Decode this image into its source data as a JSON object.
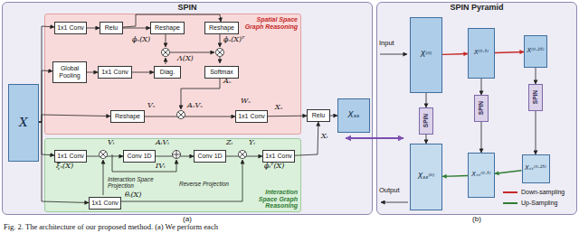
{
  "diagram": {
    "caption": "Fig. 2. The architecture of our proposed method. (a) We perform each",
    "nodes": [
      {
        "text": [
          "SPIN"
        ]
      },
      {
        "text": [
          "Spatial Space Graph Reasoning"
        ],
        "in": 0
      },
      {
        "text": [
          "1x1 Conv"
        ],
        "in": 1
      },
      {
        "text": [
          "Relu"
        ],
        "in": 1
      },
      {
        "text": [
          "Reshape"
        ],
        "in": 1
      },
      {
        "text": [
          "Reshape"
        ],
        "in": 1
      },
      {
        "text": [
          "Global Pooling"
        ],
        "in": 1
      },
      {
        "text": [
          "1x1 Conv"
        ],
        "in": 1
      },
      {
        "text": [
          "Diag."
        ],
        "in": 1
      },
      {
        "text": [
          "Softmax"
        ],
        "in": 1
      },
      {
        "text": [
          "Reshape"
        ],
        "in": 1
      },
      {
        "text": [
          "1x1 Conv"
        ],
        "in": 1
      },
      {
        "text": [
          "Interaction Space Graph Reasoning"
        ],
        "in": 0
      },
      {
        "text": [
          "1x1 Conv"
        ],
        "in": 12
      },
      {
        "text": [
          "Conv 1D"
        ],
        "in": 12
      },
      {
        "text": [
          "Conv 1D"
        ],
        "in": 12
      },
      {
        "text": [
          "1x1 Conv"
        ],
        "in": 12
      },
      {
        "text": [
          "1x1 Conv"
        ],
        "in": 12
      },
      {
        "text": [
          "X"
        ],
        "in": 0
      },
      {
        "text": [
          "Relu"
        ],
        "in": 0
      },
      {
        "text": [
          "Xₛₛ"
        ],
        "in": 0
      },
      {
        "text": [
          "SPIN Pyramid"
        ]
      },
      {
        "text": [
          "X⁽⁰⁾"
        ],
        "in": 21
      },
      {
        "text": [
          "X⁽⁰·⁵⁾"
        ],
        "in": 21
      },
      {
        "text": [
          "X⁽⁰·²⁵⁾"
        ],
        "in": 21
      },
      {
        "text": [
          "SPIN"
        ],
        "in": 21
      },
      {
        "text": [
          "SPIN"
        ],
        "in": 21
      },
      {
        "text": [
          "SPIN"
        ],
        "in": 21
      },
      {
        "text": [
          "Xₛₛ⁽⁰⁾"
        ],
        "in": 21
      },
      {
        "text": [
          "Xₛₛ⁽⁰·⁵⁾"
        ],
        "in": 21
      },
      {
        "text": [
          "Xₛₛ⁽⁰·²⁵⁾"
        ],
        "in": 21
      }
    ],
    "edges": [
      {
        "from": 2,
        "to": 3,
        "arrow": "to"
      },
      {
        "from": 3,
        "to": 4,
        "arrow": "to"
      },
      {
        "from": 3,
        "to": 5,
        "arrow": "to"
      },
      {
        "from": 6,
        "to": 7,
        "arrow": "to"
      },
      {
        "from": 7,
        "to": 8,
        "arrow": "to"
      },
      {
        "from": 10,
        "to": 11,
        "arrow": "to"
      },
      {
        "from": 11,
        "to": 19,
        "arrow": "to"
      },
      {
        "from": 13,
        "to": 14,
        "arrow": "to"
      },
      {
        "from": 14,
        "to": 15,
        "arrow": "to"
      },
      {
        "from": 15,
        "to": 16,
        "arrow": "to"
      },
      {
        "from": 16,
        "to": 19,
        "arrow": "to"
      },
      {
        "from": 19,
        "to": 20,
        "arrow": "to"
      },
      {
        "from": 18,
        "to": 2,
        "arrow": "to"
      },
      {
        "from": 18,
        "to": 6,
        "arrow": "to"
      },
      {
        "from": 18,
        "to": 10,
        "arrow": "to"
      },
      {
        "from": 18,
        "to": 13,
        "arrow": "to"
      },
      {
        "from": 18,
        "to": 17,
        "arrow": "to"
      },
      {
        "from": 22,
        "to": 23,
        "arrow": "to"
      },
      {
        "from": 23,
        "to": 24,
        "arrow": "to"
      },
      {
        "from": 22,
        "to": 25,
        "arrow": "to"
      },
      {
        "from": 25,
        "to": 28,
        "arrow": "to"
      },
      {
        "from": 23,
        "to": 26,
        "arrow": "to"
      },
      {
        "from": 26,
        "to": 29,
        "arrow": "to"
      },
      {
        "from": 24,
        "to": 27,
        "arrow": "to"
      },
      {
        "from": 27,
        "to": 30,
        "arrow": "to"
      },
      {
        "from": 30,
        "to": 29,
        "arrow": "to"
      },
      {
        "from": 29,
        "to": 28,
        "arrow": "to"
      }
    ],
    "labels": [
      "ϕₛ(X)",
      "ϕₛ(X)ᵀ",
      "Λ(X)",
      "Aₛ",
      "Vₛ",
      "AₛVₛ",
      "Wₛ",
      "Xₛ",
      "Vᵢ",
      "AᵢVᵢ",
      "Zᵢ",
      "Yᵢ",
      "IVᵢ",
      "ξₛ(X)",
      "ϕᵢᵀ(X)",
      "θᵢ(X)",
      "Interaction Space Projection",
      "Reverse Projection",
      "Xᵢ",
      "Input",
      "Output",
      "(a)",
      "(b)"
    ],
    "legend": [
      {
        "text": "Down-sampling",
        "color": "#c62828"
      },
      {
        "text": "Up-Sampling",
        "color": "#2e7d32"
      }
    ]
  }
}
